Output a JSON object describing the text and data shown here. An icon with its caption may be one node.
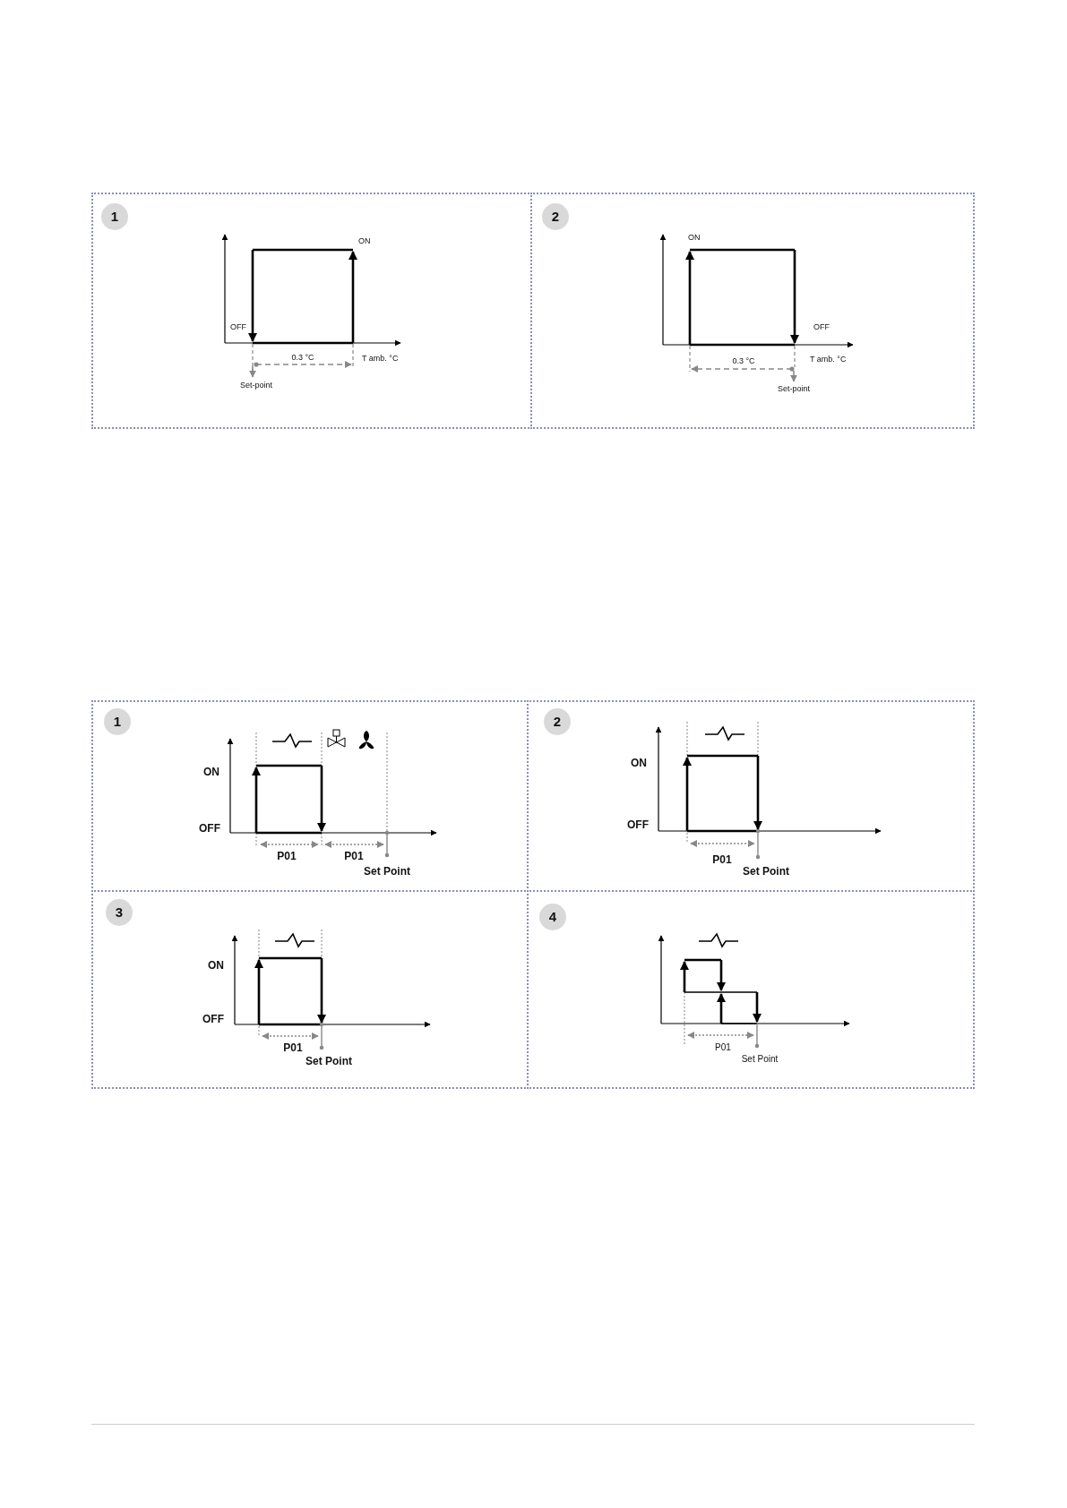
{
  "diagram": {
    "nodes": [
      {
        "text": [
          "1"
        ]
      },
      {
        "text": [
          "2"
        ]
      },
      {
        "text": [
          "1"
        ]
      },
      {
        "text": [
          "2"
        ]
      },
      {
        "text": [
          "3"
        ]
      },
      {
        "text": [
          "4"
        ]
      }
    ],
    "labels": [
      "ON",
      "OFF",
      "0.3 °C",
      "T amb. °C",
      "Set-point",
      "ON",
      "OFF",
      "0.3 °C",
      "T amb. °C",
      "Set-point",
      "ON",
      "OFF",
      "P01",
      "P01",
      "Set Point",
      "ON",
      "OFF",
      "P01",
      "Set Point",
      "ON",
      "OFF",
      "P01",
      "Set Point",
      "P01",
      "Set Point"
    ]
  }
}
